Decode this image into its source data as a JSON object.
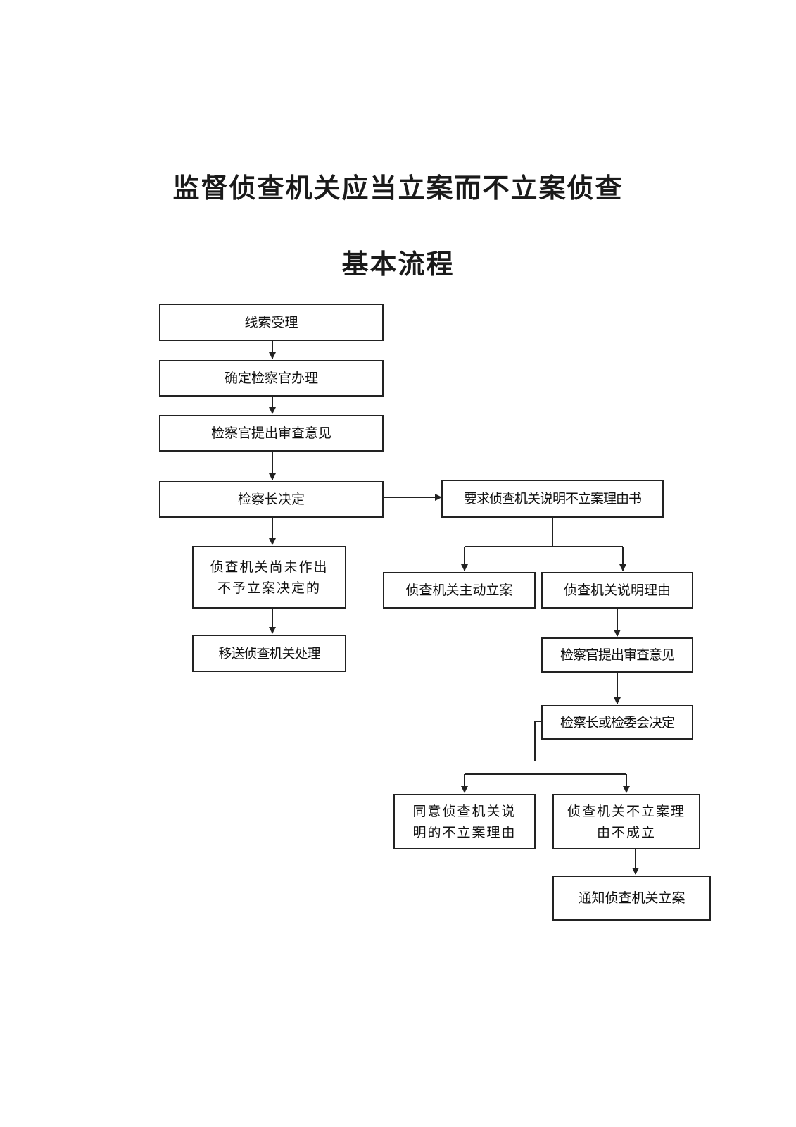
{
  "title": {
    "line1": "监督侦查机关应当立案而不立案侦查",
    "line2": "基本流程"
  },
  "nodes": {
    "clue_intake": "线索受理",
    "assign_prosecutor": "确定检察官办理",
    "prosecutor_opinion": "检察官提出审查意见",
    "chief_decision": "检察长决定",
    "request_explanation": "要求侦查机关说明不立案理由书",
    "not_yet_decided": "侦查机关尚未作出\n不予立案决定的",
    "transfer_handling": "移送侦查机关处理",
    "active_filing": "侦查机关主动立案",
    "agency_explains": "侦查机关说明理由",
    "prosecutor_opinion_2": "检察官提出审查意见",
    "chief_or_committee": "检察长或检委会决定",
    "agree_reason": "同意侦查机关说\n明的不立案理由",
    "reason_invalid": "侦查机关不立案理\n由不成立",
    "notify_filing": "通知侦查机关立案"
  }
}
